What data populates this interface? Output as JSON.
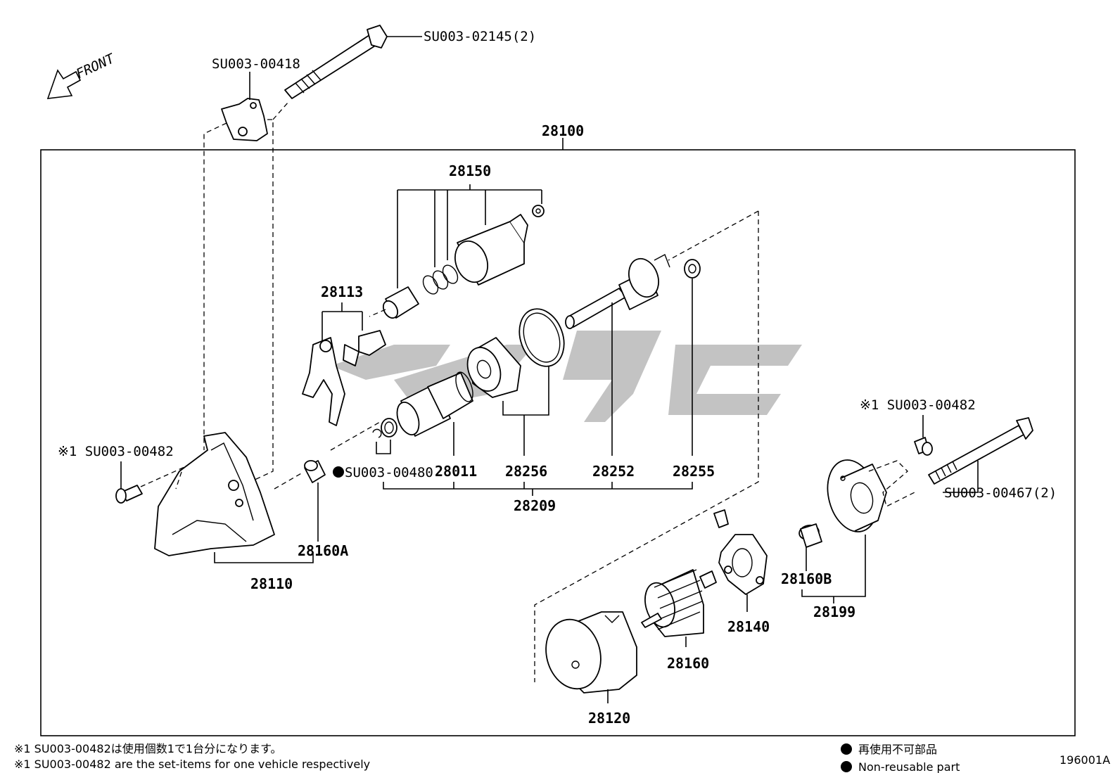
{
  "front_label": "FRONT",
  "callouts": {
    "bolt_top": "SU003-02145(2)",
    "bracket": "SU003-00418",
    "assembly": "28100",
    "solenoid": "28150",
    "lever": "28113",
    "screw_left": "※1 SU003-00482",
    "ring": "SU003-00480",
    "clutch": "28011",
    "gear_set": "28256",
    "shaft": "28252",
    "ball": "28255",
    "drive_set": "28209",
    "housing": "28110",
    "bushing_front": "28160A",
    "screw_right": "※1 SU003-00482",
    "bolt_through": "SU003-00467(2)",
    "bushing_rear": "28160B",
    "rear_cover": "28199",
    "brush_holder": "28140",
    "armature": "28160",
    "yoke": "28120"
  },
  "notes": {
    "jp": "※1  SU003-00482は使用個数1で1台分になります。",
    "en": "※1  SU003-00482 are the set-items for one vehicle respectively"
  },
  "legend": {
    "jp": "再使用不可部品",
    "en": "Non-reusable part"
  },
  "diagram_code": "196001A"
}
